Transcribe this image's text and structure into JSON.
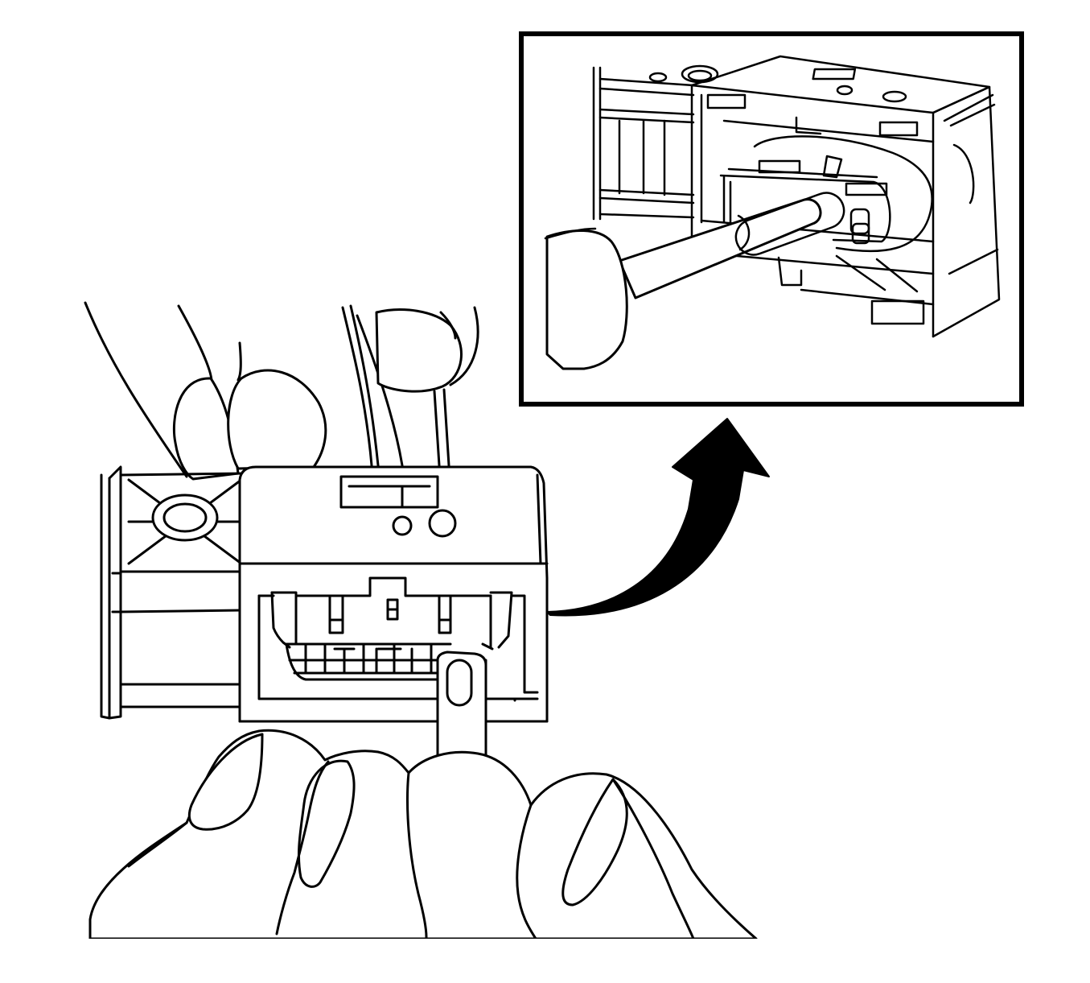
{
  "figure": {
    "kind": "line-art illustration",
    "colors": {
      "line": "#000000",
      "background": "#ffffff",
      "arrow": "#000000"
    },
    "parts": {
      "main_view": "connector-held-between-fingers-with-pick-tool",
      "detail_view": "magnified-inset-of-tool-in-connector-terminal",
      "arrow": "curved-callout-arrow-to-detail"
    }
  }
}
